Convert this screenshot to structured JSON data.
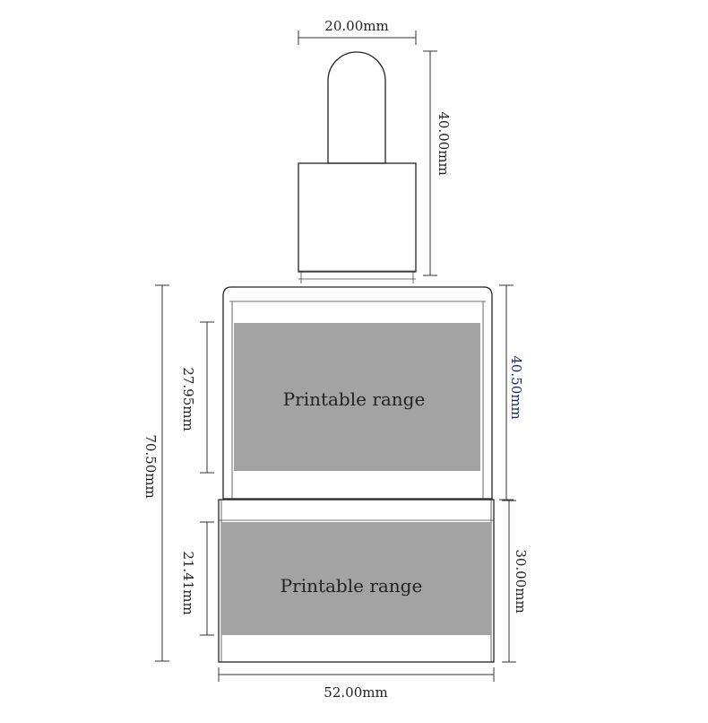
{
  "dimensions": {
    "dropper_width": "20.00mm",
    "dropper_height": "40.00mm",
    "total_height": "70.50mm",
    "upper_body_height": "40.50mm",
    "upper_print_height": "27.95mm",
    "base_height": "30.00mm",
    "base_print_height": "21.41mm",
    "base_width": "52.00mm"
  },
  "labels": {
    "upper_printable": "Printable range",
    "lower_printable": "Printable range"
  },
  "colors": {
    "printable_fill": "#a3a3a3",
    "outline": "#222222",
    "accent_text": "#1a2a6c"
  }
}
